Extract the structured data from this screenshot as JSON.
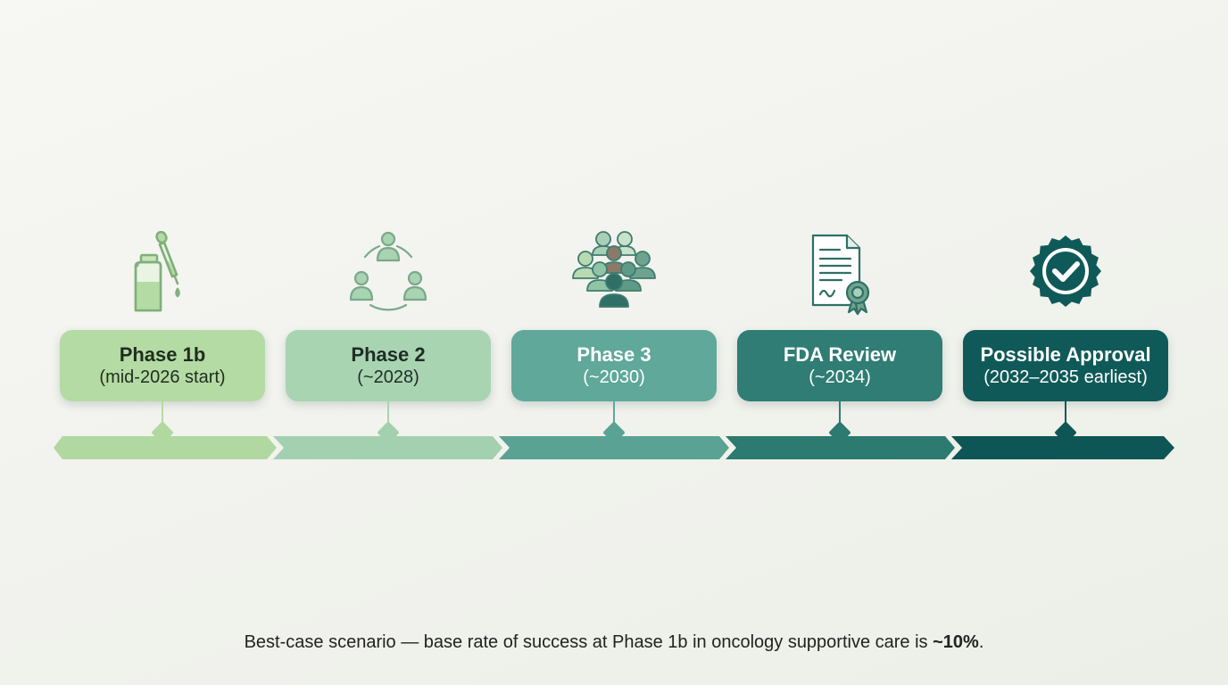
{
  "phases": [
    {
      "title": "Phase 1b",
      "subtitle": "(mid-2026 start)",
      "icon": "vial-dropper-icon",
      "card_color": "#b5dba4",
      "text_color": "#1f2d1f",
      "bar_color": "#b0d8a0"
    },
    {
      "title": "Phase 2",
      "subtitle": "(~2028)",
      "icon": "people-circle-icon",
      "card_color": "#a8d4b2",
      "text_color": "#1f2d26",
      "bar_color": "#a3d1b0"
    },
    {
      "title": "Phase 3",
      "subtitle": "(~2030)",
      "icon": "crowd-icon",
      "card_color": "#5fa89a",
      "text_color": "#ffffff",
      "bar_color": "#5aa294"
    },
    {
      "title": "FDA Review",
      "subtitle": "(~2034)",
      "icon": "document-certificate-icon",
      "card_color": "#2f7d74",
      "text_color": "#ffffff",
      "bar_color": "#2c7a70"
    },
    {
      "title": "Possible Approval",
      "subtitle": "(2032–2035 earliest)",
      "icon": "approval-badge-icon",
      "card_color": "#0f5a58",
      "text_color": "#ffffff",
      "bar_color": "#0e5656"
    }
  ],
  "footer": {
    "text": "Best-case scenario — base rate of success at Phase 1b in oncology supportive care is ",
    "emphasis": "~10%",
    "end": "."
  }
}
